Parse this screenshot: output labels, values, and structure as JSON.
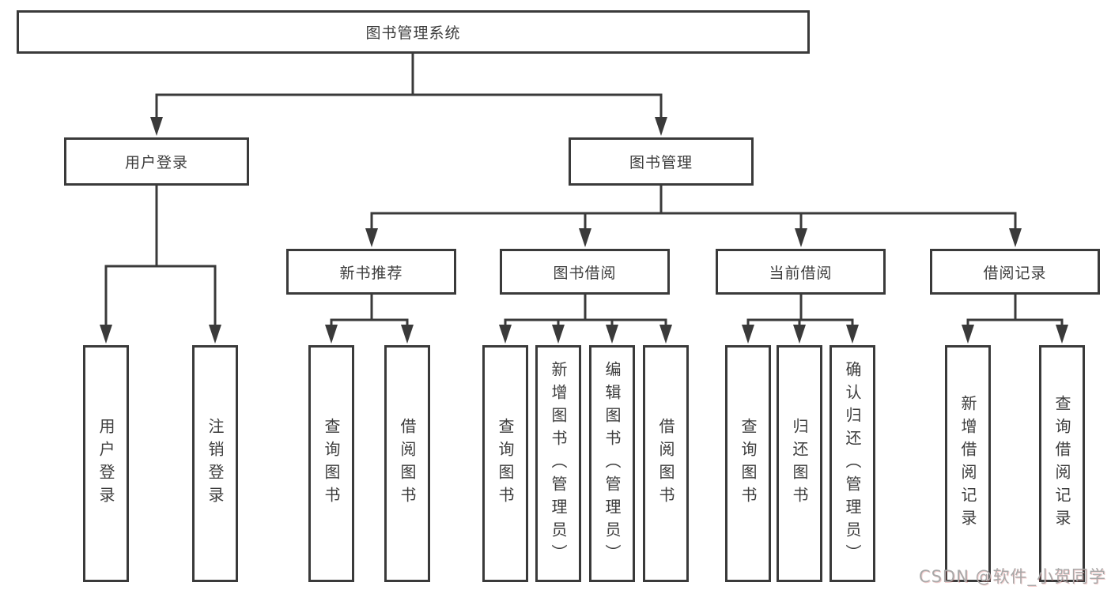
{
  "diagram": {
    "root": "图书管理系统",
    "branches": [
      {
        "label": "用户登录",
        "children": [
          "用户登录",
          "注销登录"
        ]
      },
      {
        "label": "图书管理",
        "groups": [
          {
            "label": "新书推荐",
            "children": [
              "查询图书",
              "借阅图书"
            ]
          },
          {
            "label": "图书借阅",
            "children": [
              "查询图书",
              "新增图书（管理员）",
              "编辑图书（管理员）",
              "借阅图书"
            ]
          },
          {
            "label": "当前借阅",
            "children": [
              "查询图书",
              "归还图书",
              "确认归还（管理员）"
            ]
          },
          {
            "label": "借阅记录",
            "children": [
              "新增借阅记录",
              "查询借阅记录"
            ]
          }
        ]
      }
    ]
  },
  "watermark": "CSDN @软件_小贺同学",
  "colors": {
    "line": "#3a3a3a",
    "text": "#3d3d3d",
    "background": "#ffffff",
    "watermark": "#a8a8a8"
  }
}
